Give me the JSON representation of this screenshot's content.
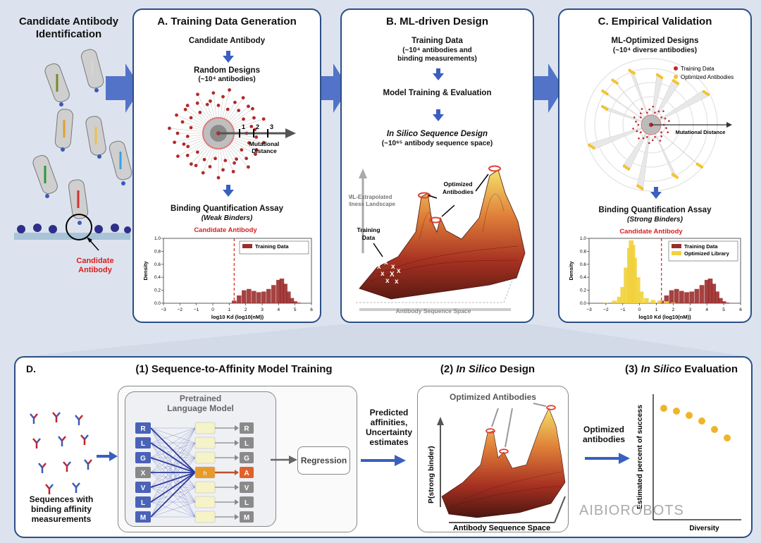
{
  "left": {
    "title": "Candidate Antibody Identification",
    "candidate_label": "Candidate Antibody"
  },
  "panelA": {
    "title": "A. Training Data Generation",
    "candidate": "Candidate Antibody",
    "random_designs": "Random Designs",
    "random_count": "(~10⁴ antibodies)",
    "ticks": [
      "1",
      "2",
      "3"
    ],
    "mutational": "Mutational",
    "distance": "Distance",
    "assay": "Binding Quantification Assay",
    "assay_sub": "(Weak Binders)",
    "chart_candidate": "Candidate Antibody"
  },
  "panelB": {
    "title": "B. ML-driven Design",
    "training_data": "Training Data",
    "training_sub1": "(~10⁴ antibodies and",
    "training_sub2": "binding measurements)",
    "model": "Model Training & Evaluation",
    "insilico": "In Silico Sequence Design",
    "insilico_sub": "(~10⁶⁵ antibody sequence space)",
    "ml_extrap1": "ML-Extrapolated",
    "ml_extrap2": "Fitness Landscape",
    "optimized1": "Optimized",
    "optimized2": "Antibodies",
    "training1": "Training",
    "training2": "Data",
    "seq_space": "Antibody Sequence Space"
  },
  "panelC": {
    "title": "C. Empirical Validation",
    "ml_opt": "ML-Optimized Designs",
    "ml_opt_sub": "(~10⁴ diverse antibodies)",
    "legend_train": "Training Data",
    "legend_opt": "Optimized Antibodies",
    "mutational": "Mutational Distance",
    "assay": "Binding Quantification Assay",
    "assay_sub": "(Strong Binders)",
    "chart_candidate": "Candidate Antibody"
  },
  "panelD": {
    "label": "D.",
    "step1": "(1) Sequence-to-Affinity Model Training",
    "step2_pre": "(2) ",
    "step2_it": "In Silico",
    "step2_post": " Design",
    "step3_pre": "(3) ",
    "step3_it": "In Silico",
    "step3_post": " Evaluation",
    "seq1": "Sequences with",
    "seq2": "binding affinity",
    "seq3": "measurements",
    "pretrained1": "Pretrained",
    "pretrained2": "Language Model",
    "tokens_in": [
      "R",
      "L",
      "G",
      "X",
      "V",
      "L",
      "M"
    ],
    "tokens_out": [
      "R",
      "L",
      "G",
      "A",
      "V",
      "L",
      "M"
    ],
    "hidden_label": "h",
    "regression": "Regression",
    "pred1": "Predicted",
    "pred2": "affinities,",
    "pred3": "Uncertainty",
    "pred4": "estimates",
    "opt_antibodies": "Optimized Antibodies",
    "p_strong": "P(strong binder)",
    "seq_space": "Antibody Sequence Space",
    "opt1": "Optimized",
    "opt2": "antibodies",
    "est_success": "Estimated percent of success",
    "diversity": "Diversity",
    "watermark": "AIBIOROBOTS"
  },
  "chart_data": [
    {
      "type": "area",
      "title": "",
      "xlabel": "log10 Kd (log10(nM))",
      "ylabel": "Density",
      "xlim": [
        -3,
        6
      ],
      "ylim": [
        0,
        1.0
      ],
      "xticks": [
        "−3",
        "−2",
        "−1",
        "0",
        "1",
        "2",
        "3",
        "4",
        "5",
        "6"
      ],
      "yticks": [
        "0.0",
        "0.2",
        "0.4",
        "0.6",
        "0.8",
        "1.0"
      ],
      "candidate_line": 1.3,
      "series": [
        {
          "name": "Training Data",
          "color": "#9b2d2d",
          "x": [
            1.3,
            1.6,
            1.9,
            2.2,
            2.5,
            2.8,
            3.1,
            3.4,
            3.7,
            4.0,
            4.2,
            4.4,
            4.6,
            4.8,
            5.0,
            5.2
          ],
          "values": [
            0.04,
            0.12,
            0.2,
            0.22,
            0.19,
            0.17,
            0.18,
            0.22,
            0.28,
            0.36,
            0.38,
            0.3,
            0.18,
            0.08,
            0.03,
            0.01
          ]
        }
      ],
      "legend": "top-right"
    },
    {
      "type": "area",
      "title": "",
      "xlabel": "log10 Kd (log10(nM))",
      "ylabel": "Density",
      "xlim": [
        -3,
        6
      ],
      "ylim": [
        0,
        1.0
      ],
      "xticks": [
        "−3",
        "−2",
        "−1",
        "0",
        "1",
        "2",
        "3",
        "4",
        "5",
        "6"
      ],
      "yticks": [
        "0.0",
        "0.2",
        "0.4",
        "0.6",
        "0.8",
        "1.0"
      ],
      "candidate_line": 1.3,
      "series": [
        {
          "name": "Training Data",
          "color": "#9b2d2d",
          "x": [
            1.3,
            1.6,
            1.9,
            2.2,
            2.5,
            2.8,
            3.1,
            3.4,
            3.7,
            4.0,
            4.2,
            4.4,
            4.6,
            4.8,
            5.0,
            5.2
          ],
          "values": [
            0.04,
            0.12,
            0.2,
            0.22,
            0.19,
            0.17,
            0.18,
            0.22,
            0.28,
            0.36,
            0.38,
            0.3,
            0.18,
            0.08,
            0.03,
            0.01
          ]
        },
        {
          "name": "Optimized Library",
          "color": "#f1d23c",
          "x": [
            -2.0,
            -1.5,
            -1.2,
            -1.0,
            -0.8,
            -0.6,
            -0.5,
            -0.4,
            -0.3,
            -0.1,
            0.1,
            0.4,
            0.8,
            1.2,
            1.6,
            2.0
          ],
          "values": [
            0.01,
            0.04,
            0.1,
            0.25,
            0.55,
            0.85,
            0.97,
            0.9,
            0.7,
            0.4,
            0.18,
            0.08,
            0.05,
            0.04,
            0.03,
            0.01
          ]
        }
      ],
      "legend": "top-right"
    },
    {
      "type": "scatter",
      "xlabel": "Diversity",
      "ylabel": "Estimated percent of success",
      "x": [
        1,
        2,
        3,
        4,
        5,
        6
      ],
      "values": [
        0.95,
        0.93,
        0.9,
        0.86,
        0.8,
        0.74
      ],
      "color": "#f0b429"
    }
  ]
}
